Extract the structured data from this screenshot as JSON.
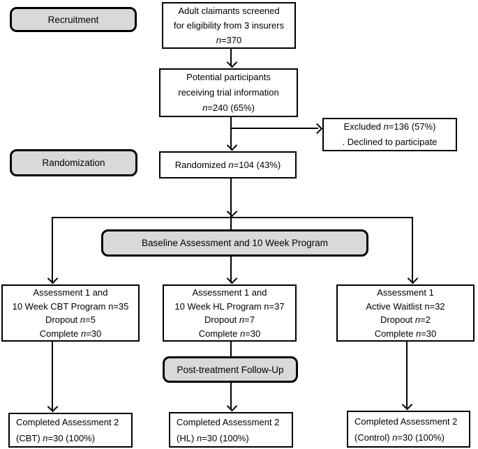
{
  "colors": {
    "label_fill": "#d9d9d9",
    "border": "#000000",
    "box_fill": "#ffffff",
    "text": "#000000"
  },
  "stage_labels": {
    "recruitment": "Recruitment",
    "randomization": "Randomization",
    "baseline_program": "Baseline Assessment and 10 Week Program",
    "post_treatment": "Post-treatment Follow-Up"
  },
  "boxes": {
    "screened": {
      "lines": [
        [
          {
            "text": "Adult claimants screened"
          }
        ],
        [
          {
            "text": "for eligibility from 3 insurers"
          }
        ],
        [
          {
            "text": "n",
            "italic": true
          },
          {
            "text": "=370"
          }
        ]
      ]
    },
    "informed": {
      "lines": [
        [
          {
            "text": "Potential participants"
          }
        ],
        [
          {
            "text": "receiving trial information"
          }
        ],
        [
          {
            "text": "n",
            "italic": true
          },
          {
            "text": "=240 (65%)"
          }
        ]
      ]
    },
    "excluded": {
      "lines": [
        [
          {
            "text": "Excluded "
          },
          {
            "text": "n",
            "italic": true
          },
          {
            "text": "=136 (57%)"
          }
        ],
        [
          {
            "text": ". Declined to participate"
          }
        ]
      ]
    },
    "randomized": {
      "lines": [
        [
          {
            "text": "Randomized "
          },
          {
            "text": "n",
            "italic": true
          },
          {
            "text": "=104 (43%)"
          }
        ]
      ]
    },
    "cbt_arm": {
      "lines": [
        [
          {
            "text": "Assessment 1 and"
          }
        ],
        [
          {
            "text": "10 Week CBT Program n=35"
          }
        ],
        [
          {
            "text": "Dropout "
          },
          {
            "text": "n",
            "italic": true
          },
          {
            "text": "=5"
          }
        ],
        [
          {
            "text": "Complete "
          },
          {
            "text": "n",
            "italic": true
          },
          {
            "text": "=30"
          }
        ]
      ]
    },
    "hl_arm": {
      "lines": [
        [
          {
            "text": "Assessment 1 and"
          }
        ],
        [
          {
            "text": "10 Week HL Program n=37"
          }
        ],
        [
          {
            "text": "Dropout "
          },
          {
            "text": "n",
            "italic": true
          },
          {
            "text": "=7"
          }
        ],
        [
          {
            "text": "Complete "
          },
          {
            "text": "n",
            "italic": true
          },
          {
            "text": "=30"
          }
        ]
      ]
    },
    "waitlist_arm": {
      "lines": [
        [
          {
            "text": "Assessment 1"
          }
        ],
        [
          {
            "text": "Active Waitlist n=32"
          }
        ],
        [
          {
            "text": "Dropout "
          },
          {
            "text": "n",
            "italic": true
          },
          {
            "text": "=2"
          }
        ],
        [
          {
            "text": "Complete "
          },
          {
            "text": "n",
            "italic": true
          },
          {
            "text": "=30"
          }
        ]
      ]
    },
    "cbt_complete": {
      "lines": [
        [
          {
            "text": "Completed Assessment 2"
          }
        ],
        [
          {
            "text": "(CBT) "
          },
          {
            "text": "n",
            "italic": true
          },
          {
            "text": "=30 (100%)"
          }
        ]
      ]
    },
    "hl_complete": {
      "lines": [
        [
          {
            "text": "Completed Assessment 2"
          }
        ],
        [
          {
            "text": "(HL) "
          },
          {
            "text": "n",
            "italic": true
          },
          {
            "text": "=30 (100%)"
          }
        ]
      ]
    },
    "control_complete": {
      "lines": [
        [
          {
            "text": "Completed Assessment 2"
          }
        ],
        [
          {
            "text": "(Control) "
          },
          {
            "text": "n",
            "italic": true
          },
          {
            "text": "=30 (100%)"
          }
        ]
      ]
    }
  }
}
